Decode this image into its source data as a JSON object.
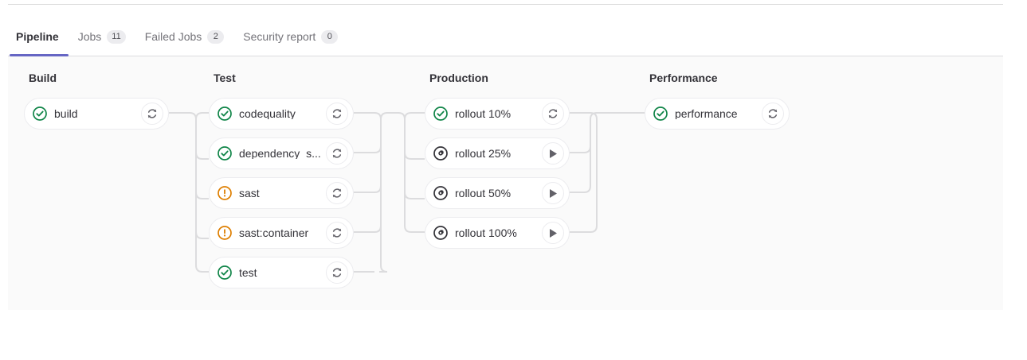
{
  "tabs": [
    {
      "label": "Pipeline",
      "badge": null,
      "active": true,
      "name": "tab-pipeline"
    },
    {
      "label": "Jobs",
      "badge": "11",
      "active": false,
      "name": "tab-jobs"
    },
    {
      "label": "Failed Jobs",
      "badge": "2",
      "active": false,
      "name": "tab-failed-jobs"
    },
    {
      "label": "Security report",
      "badge": "0",
      "active": false,
      "name": "tab-security-report"
    }
  ],
  "colors": {
    "accent": "#6666c4",
    "success": "#108548",
    "warning": "#de7e00",
    "manual": "#333238",
    "canvas": "#fafafa",
    "card_border": "#ececef",
    "connector": "#dcdcde",
    "text": "#333238",
    "muted_text": "#737278"
  },
  "pipeline": {
    "stages": [
      {
        "name": "Build",
        "jobs": [
          {
            "name": "build",
            "status": "success",
            "status_icon": "status-success-icon",
            "action": "retry",
            "action_icon": "retry-icon"
          }
        ]
      },
      {
        "name": "Test",
        "jobs": [
          {
            "name": "codequality",
            "status": "success",
            "status_icon": "status-success-icon",
            "action": "retry",
            "action_icon": "retry-icon"
          },
          {
            "name": "dependency_s...",
            "status": "success",
            "status_icon": "status-success-icon",
            "action": "retry",
            "action_icon": "retry-icon"
          },
          {
            "name": "sast",
            "status": "warning",
            "status_icon": "status-warning-icon",
            "action": "retry",
            "action_icon": "retry-icon"
          },
          {
            "name": "sast:container",
            "status": "warning",
            "status_icon": "status-warning-icon",
            "action": "retry",
            "action_icon": "retry-icon"
          },
          {
            "name": "test",
            "status": "success",
            "status_icon": "status-success-icon",
            "action": "retry",
            "action_icon": "retry-icon"
          }
        ]
      },
      {
        "name": "Production",
        "jobs": [
          {
            "name": "rollout 10%",
            "status": "success",
            "status_icon": "status-success-icon",
            "action": "retry",
            "action_icon": "retry-icon"
          },
          {
            "name": "rollout 25%",
            "status": "manual",
            "status_icon": "status-manual-icon",
            "action": "play",
            "action_icon": "play-icon"
          },
          {
            "name": "rollout 50%",
            "status": "manual",
            "status_icon": "status-manual-icon",
            "action": "play",
            "action_icon": "play-icon"
          },
          {
            "name": "rollout 100%",
            "status": "manual",
            "status_icon": "status-manual-icon",
            "action": "play",
            "action_icon": "play-icon"
          }
        ]
      },
      {
        "name": "Performance",
        "jobs": [
          {
            "name": "performance",
            "status": "success",
            "status_icon": "status-success-icon",
            "action": "retry",
            "action_icon": "retry-icon"
          }
        ]
      }
    ]
  }
}
